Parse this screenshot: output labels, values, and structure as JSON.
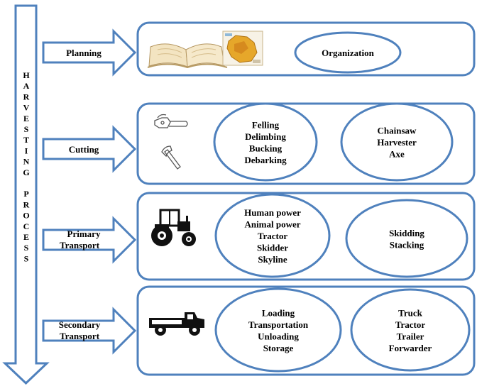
{
  "process_label": "HARVESTING PROCESS",
  "process_letters": [
    "H",
    "A",
    "R",
    "V",
    "E",
    "S",
    "T",
    "I",
    "N",
    "G",
    "",
    "P",
    "R",
    "O",
    "C",
    "E",
    "S",
    "S"
  ],
  "stages": [
    {
      "label_lines": [
        "Planning"
      ],
      "icons": [
        "open-book-icon",
        "map-icon"
      ],
      "groups": [
        {
          "lines": [
            "Organization"
          ]
        }
      ]
    },
    {
      "label_lines": [
        "Cutting"
      ],
      "icons": [
        "chainsaw-icon",
        "axe-icon"
      ],
      "groups": [
        {
          "lines": [
            "Felling",
            "Delimbing",
            "Bucking",
            "Debarking"
          ]
        },
        {
          "lines": [
            "Chainsaw",
            "Harvester",
            "Axe"
          ]
        }
      ]
    },
    {
      "label_lines": [
        "Primary",
        "Transport"
      ],
      "icons": [
        "tractor-icon"
      ],
      "groups": [
        {
          "lines": [
            "Human power",
            "Animal power",
            "Tractor",
            "Skidder",
            "Skyline"
          ]
        },
        {
          "lines": [
            "Skidding",
            "Stacking"
          ]
        }
      ]
    },
    {
      "label_lines": [
        "Secondary",
        "Transport"
      ],
      "icons": [
        "truck-icon"
      ],
      "groups": [
        {
          "lines": [
            "Loading",
            "Transportation",
            "Unloading",
            "Storage"
          ]
        },
        {
          "lines": [
            "Truck",
            "Tractor",
            "Trailer",
            "Forwarder"
          ]
        }
      ]
    }
  ]
}
